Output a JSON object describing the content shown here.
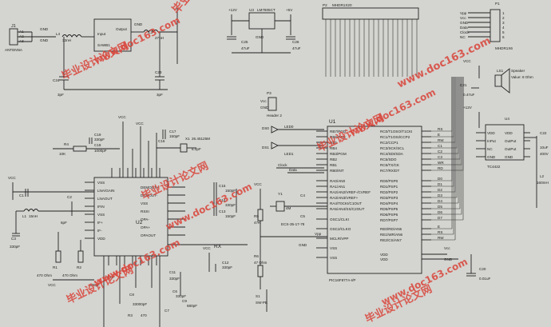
{
  "antenna": {
    "ref": "J1",
    "label": "ANTENNA",
    "pins": [
      "A1",
      "A2",
      "A3"
    ]
  },
  "rf_front": {
    "l4": "L4",
    "l4_val": "33nH",
    "saw": "SAWB1",
    "saw_in": "Input",
    "saw_out": "Output",
    "l3": "L3",
    "l3_val": "27nH",
    "c24": "C24",
    "c24_val": "3pF",
    "c23": "C23",
    "c23_val": "3pF",
    "gnd1": "GND",
    "gnd2": "GND",
    "gnd3": "GND"
  },
  "receiver": {
    "vcc1": "VCC",
    "vcc2": "VCC",
    "c19": "C19",
    "c19_val": "330pF",
    "c18": "C18",
    "c18_val": "1000pF",
    "r4": "R4",
    "r4_val": "10K",
    "c17": "C17",
    "c17_val": "150pF",
    "x1": "X1",
    "x1_val": "26.45125M",
    "c16": "C16",
    "c16_val": "6.0pF",
    "ref": "U2",
    "left_pins": [
      "VSS",
      "LNA/GAIN",
      "LNAOUT",
      "IFIN",
      "VSS",
      "IF+",
      "IF-",
      "VDD"
    ],
    "right_pins": [
      "DEMOUT+",
      "DEMOUT-",
      "VSS",
      "RSSI",
      "OPA-",
      "OPA+",
      "OPAOUT"
    ],
    "c1": "C1",
    "c2": "C2",
    "c3": "C3",
    "l1": "L1",
    "l1_val": "15nH",
    "c3_val": "330pF",
    "c2_val": "6pF",
    "r1": "R1",
    "r1_val": "470 Ohm",
    "r2": "R2",
    "r2_val": "470 Ohm",
    "c15": "C15",
    "c14": "C14",
    "c13": "C13",
    "c15_val": "150pF",
    "c14_val": "330pF",
    "c13_val": "150pF",
    "c12": "C12",
    "c12_val": "330pF",
    "c11": "C11",
    "c11_val": "330pF",
    "c10": "C10",
    "c10_val": "330pF",
    "c9": "C9",
    "c9_val": "680pF",
    "c8": "C8",
    "c8_val": "33000pF",
    "c6": "C6",
    "c6_val": "330pF",
    "c7": "C7",
    "r3": "R3",
    "r3_val": "470",
    "rx": "RX",
    "vcc_left": "VCC",
    "vcc_bottom": "VCC",
    "vcc_c12": "VCC"
  },
  "regulator": {
    "vin": "+12V",
    "ref": "U3",
    "part": "LM7805CT",
    "vout": "+5V",
    "c25": "C25",
    "c25_val": "47uF",
    "c26": "C26",
    "c26_val": "47uF",
    "gnd": "GND"
  },
  "lcd_header": {
    "ref": "P2",
    "part": "MHDR1X20"
  },
  "small_header": {
    "ref": "P1",
    "part": "MHDR1X6",
    "pins": [
      "Vpp",
      "Vcc",
      "GND",
      "Data",
      "Clock",
      "NC"
    ]
  },
  "header3": {
    "ref": "P3",
    "part": "Header 2",
    "vcc": "Vcc",
    "gnd": "GND"
  },
  "leds": {
    "led0": "LED0",
    "led1": "LED1",
    "d0": "DS0",
    "d1": "DS1"
  },
  "signals": {
    "clock": "Clock",
    "data": "Data",
    "vpp": "Vpp",
    "gnd": "GND",
    "vcc": "Vcc"
  },
  "mcu": {
    "ref": "U1",
    "part": "PIC16F877A-I/P",
    "left_pins": [
      "RB7/PGD",
      "RB6/PGC",
      "RB5",
      "RB4",
      "RB3/PGM",
      "RB2",
      "RB1",
      "RB0/INT",
      "RA0/AN0",
      "RA1/AN1",
      "RA2/AN2/VREF-/CVREF",
      "RA3/AN3/VREF+",
      "RA4/T0CKI/C1OUT",
      "RA5/AN4/SS/C2OUT",
      "OSC1/CLKI",
      "OSC2/CLKO",
      "MCLR/VPP",
      "VSS",
      "VSS"
    ],
    "right_pins": [
      "RC0/T1OSO/T1CKI",
      "RC1/T1OSI/CCP2",
      "RC2/CCP1",
      "RC3/SCK/SCL",
      "RC4/SDI/SDA",
      "RC5/SDO",
      "RC6/TX/CK",
      "RC7/RX/DT",
      "RD0/PSP0",
      "RD1/PSP1",
      "RD2/PSP2",
      "RD3/PSP3",
      "RD4/PSP4",
      "RD5/PSP5",
      "RD6/PSP6",
      "RD7/PSP7",
      "RE0/RD/AN5",
      "RE1/WR/AN6",
      "RE2/CS/AN7",
      "VDD",
      "VDD"
    ],
    "bus_labels": [
      "RS",
      "E",
      "RW",
      "C1",
      "C2",
      "C3",
      "WR",
      "RD",
      "D0",
      "D1",
      "D2",
      "D3",
      "D4",
      "D5",
      "D6",
      "D7",
      "E",
      "RS",
      "RW"
    ],
    "vcc": "Vcc",
    "gnd": "GND"
  },
  "clock": {
    "vcc": "VCC",
    "y1": "Y1",
    "y1_val": "4M",
    "r5": "R5",
    "r5_val": "47K",
    "c4": "C4",
    "c5": "C5",
    "caps": "ECS-35-17-78",
    "r6": "R6",
    "r6_val": "47 Ohm",
    "s1": "S1",
    "s1_part": "SW-PB"
  },
  "audio": {
    "vcc": "VCC",
    "c21": "C21",
    "c21_val": "0.47uF",
    "ls1": "LS1",
    "spk": "Speaker",
    "spk_val": "Value: 8 Ohm",
    "plus12": "+12V",
    "u4": "U4",
    "u4_part": "TC4422",
    "u4_left": [
      "VDD",
      "InPut",
      "NC",
      "GND"
    ],
    "u4_right": [
      "VDD",
      "OutPut",
      "OutPut",
      "GND"
    ],
    "c22": "C22",
    "c22_val": "10uF",
    "c22_v": "400V",
    "l2": "L2",
    "l2_val": "160mH",
    "c20": "C20",
    "c20_val": "0.01uF"
  },
  "watermark": {
    "a": "毕业设计论文网",
    "b": "www.doc163.com",
    "c": "毕业设计论文网",
    "d": "www.doc163.com",
    "e": "毕业设计论文网",
    "f": "www.doc163.com",
    "g": "毕业设计论文网",
    "h": "www.doc163.com",
    "i": "毕业设计论文网",
    "j": "www.doc163.com",
    "k": "毕业设计论文网",
    "l": "www.doc163.com"
  }
}
